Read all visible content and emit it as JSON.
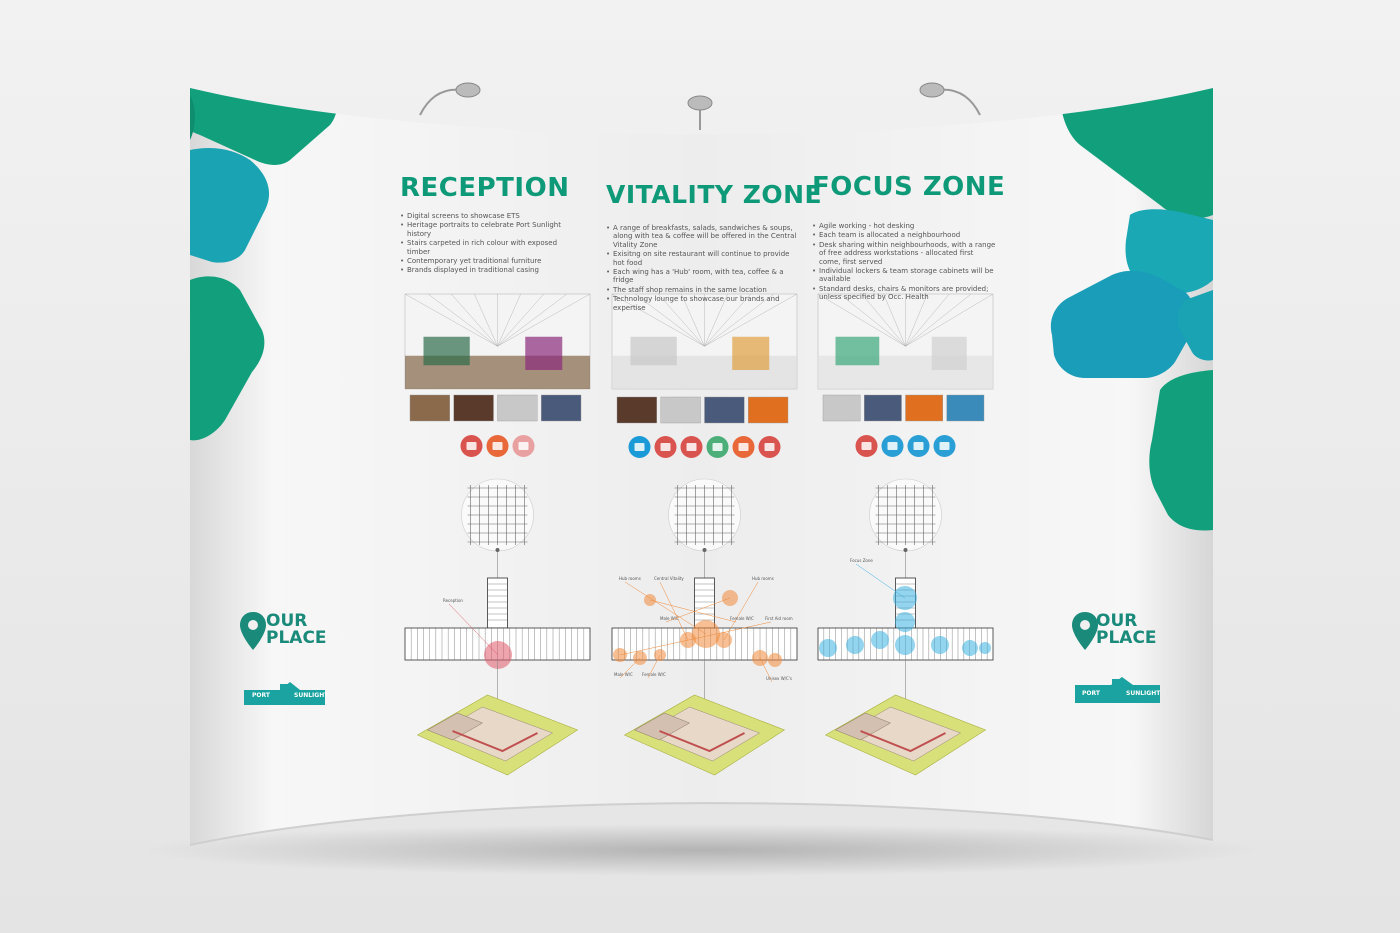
{
  "zones": [
    {
      "title": "RECEPTION",
      "bullets": [
        "Digital screens to showcase ETS",
        "Heritage portraits to celebrate Port Sunlight history",
        "Stairs carpeted in rich colour with exposed timber",
        "Contemporary yet traditional furniture",
        "Brands displayed in traditional casing"
      ],
      "plan_labels": [
        "Reception"
      ],
      "icons": [
        "cake-icon",
        "sofa-icon",
        "archway-icon"
      ],
      "icon_colors": [
        "#d9534f",
        "#e8683a",
        "#e8a0a0"
      ]
    },
    {
      "title": "VITALITY ZONE",
      "bullets": [
        "A range of breakfasts, salads, sandwiches & soups, along with tea & coffee will be offered in the Central Vitality Zone",
        "Exisitng on site restaurant  will continue to provide hot food",
        "Each wing has a 'Hub' room, with tea, coffee & a fridge",
        "The staff shop remains in the same location",
        "Technology lounge to showcase our brands and expertise"
      ],
      "plan_labels": [
        "Hub rooms",
        "Central Vitality",
        "Hub rooms",
        "Male W/C",
        "Female W/C",
        "First Aid room",
        "Male W/C",
        "Female W/C",
        "Unisex W/C's"
      ],
      "icons": [
        "toilet-icon",
        "fridge-icon",
        "plate-icon",
        "printer-icon",
        "kettle-icon",
        "first-aid-icon"
      ],
      "icon_colors": [
        "#1a9ad6",
        "#d9534f",
        "#d9534f",
        "#4caf7a",
        "#e8683a",
        "#d9534f"
      ]
    },
    {
      "title": "FOCUS ZONE",
      "bullets": [
        "Agile working - hot desking",
        "Each team is allocated a neighbourhood",
        "Desk sharing within neighbourhoods, with a range of free address workstations - allocated first come, first served",
        "Individual lockers & team storage cabinets will be available",
        "Standard desks, chairs & monitors are provided; unless specified by Occ. Health"
      ],
      "plan_labels": [
        "Focus Zone"
      ],
      "icons": [
        "microphone-icon",
        "desk-phone-icon",
        "printer-icon",
        "laptop-icon"
      ],
      "icon_colors": [
        "#d9534f",
        "#2a9fd6",
        "#2a9fd6",
        "#2a9fd6"
      ]
    }
  ],
  "logo": {
    "line1": "OUR",
    "line2": "PLACE",
    "sign_left": "PORT",
    "sign_right": "SUNLIGHT"
  },
  "colors": {
    "teal_dark": "#0f9a82",
    "teal_light": "#1ba2b5",
    "title_green": "#0e9a78",
    "pink_hotspot": "#e05a6a",
    "orange_hotspot": "#f08a3a",
    "blue_hotspot": "#3ab0e0"
  }
}
